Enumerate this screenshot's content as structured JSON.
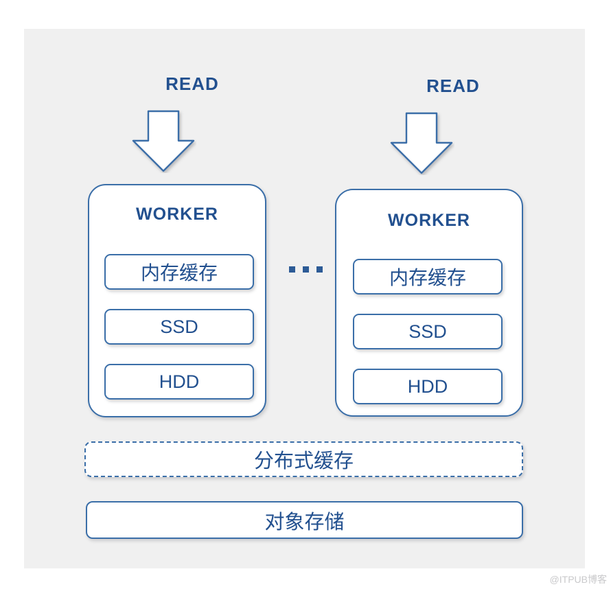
{
  "diagram": {
    "watermark": "@ITPUB博客",
    "colors": {
      "panel_bg": "#f0f0f0",
      "page_bg": "#ffffff",
      "stroke": "#3a6ea8",
      "text": "#22508f",
      "watermark": "#c9c9cb"
    },
    "flows": [
      {
        "label": "READ",
        "icon": "down-arrow-icon"
      },
      {
        "label": "READ",
        "icon": "down-arrow-icon"
      }
    ],
    "ellipsis": "...",
    "workers": [
      {
        "title": "WORKER",
        "tiers": [
          {
            "label": "内存缓存",
            "script": "cjk"
          },
          {
            "label": "SSD",
            "script": "latin"
          },
          {
            "label": "HDD",
            "script": "latin"
          }
        ]
      },
      {
        "title": "WORKER",
        "tiers": [
          {
            "label": "内存缓存",
            "script": "cjk"
          },
          {
            "label": "SSD",
            "script": "latin"
          },
          {
            "label": "HDD",
            "script": "latin"
          }
        ]
      }
    ],
    "layers": [
      {
        "label": "分布式缓存",
        "border": "dashed"
      },
      {
        "label": "对象存储",
        "border": "solid"
      }
    ]
  }
}
